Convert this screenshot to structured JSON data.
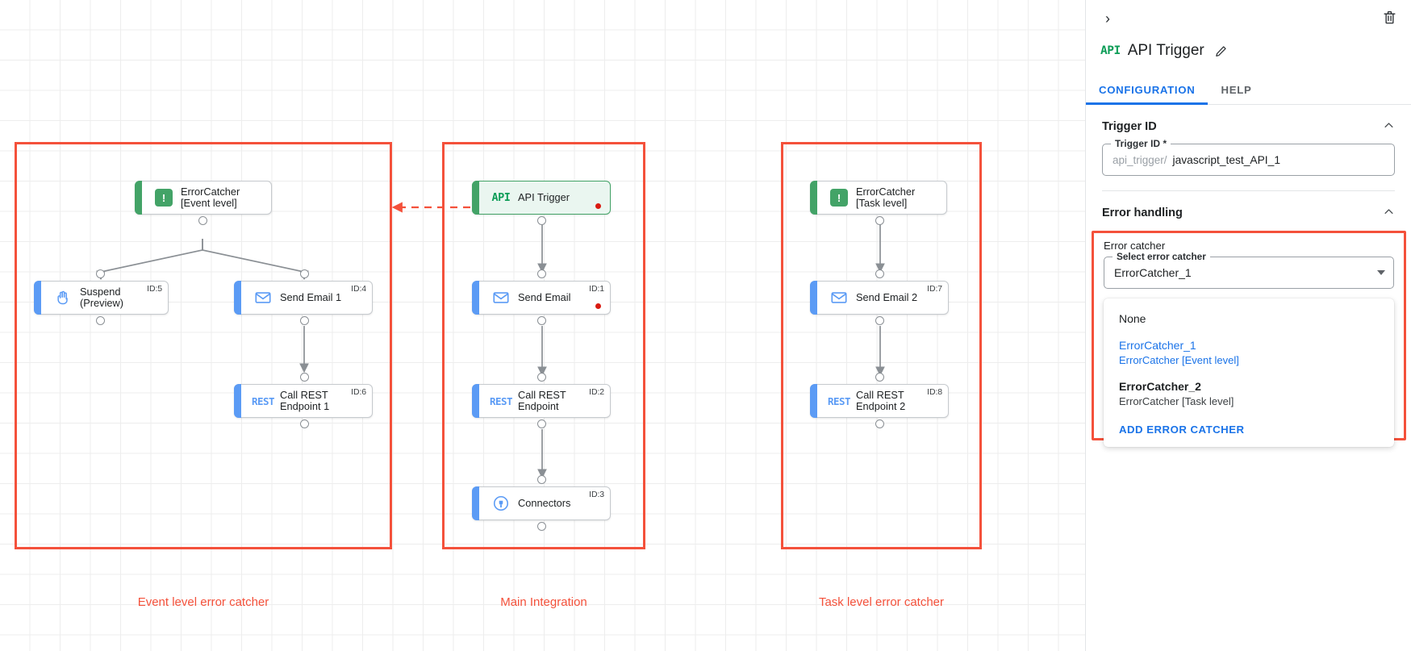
{
  "canvas": {
    "groups": [
      {
        "caption": "Event level error catcher"
      },
      {
        "caption": "Main Integration"
      },
      {
        "caption": "Task level error catcher"
      }
    ],
    "nodes": [
      {
        "label": "ErrorCatcher\n[Event level]",
        "icon": "error-catcher-icon",
        "id": "",
        "dot": false
      },
      {
        "label": "Suspend\n(Preview)",
        "icon": "suspend-hand-icon",
        "id": "ID:5",
        "dot": false
      },
      {
        "label": "Send Email 1",
        "icon": "email-icon",
        "id": "ID:4",
        "dot": false
      },
      {
        "label": "Call REST\nEndpoint 1",
        "icon": "rest-icon",
        "id": "ID:6",
        "dot": false
      },
      {
        "label": "API Trigger",
        "icon": "api-icon",
        "id": "",
        "dot": true
      },
      {
        "label": "Send Email",
        "icon": "email-icon",
        "id": "ID:1",
        "dot": true
      },
      {
        "label": "Call REST\nEndpoint",
        "icon": "rest-icon",
        "id": "ID:2",
        "dot": false
      },
      {
        "label": "Connectors",
        "icon": "connectors-icon",
        "id": "ID:3",
        "dot": false
      },
      {
        "label": "ErrorCatcher\n[Task level]",
        "icon": "error-catcher-icon",
        "id": "",
        "dot": false
      },
      {
        "label": "Send Email 2",
        "icon": "email-icon",
        "id": "ID:7",
        "dot": false
      },
      {
        "label": "Call REST\nEndpoint 2",
        "icon": "rest-icon",
        "id": "ID:8",
        "dot": false
      }
    ]
  },
  "panel": {
    "header": {
      "collapse_glyph": "›",
      "api_badge": "API",
      "title": "API Trigger"
    },
    "tabs": [
      {
        "label": "CONFIGURATION",
        "active": true
      },
      {
        "label": "HELP",
        "active": false
      }
    ],
    "sections": {
      "trigger_id": {
        "heading": "Trigger ID",
        "field_legend": "Trigger ID *",
        "prefix": "api_trigger/",
        "value": "javascript_test_API_1"
      },
      "error_handling": {
        "heading": "Error handling",
        "box_label": "Error catcher",
        "select_legend": "Select error catcher",
        "selected": "ErrorCatcher_1",
        "options": [
          {
            "primary": "None",
            "secondary": "",
            "selected": false,
            "strong": false
          },
          {
            "primary": "ErrorCatcher_1",
            "secondary": "ErrorCatcher [Event level]",
            "selected": true,
            "strong": false
          },
          {
            "primary": "ErrorCatcher_2",
            "secondary": "ErrorCatcher [Task level]",
            "selected": false,
            "strong": true
          }
        ],
        "action_label": "ADD ERROR CATCHER"
      }
    },
    "colors": {
      "accent": "#1a73e8",
      "error": "#f4513b",
      "green": "#43a367"
    }
  }
}
